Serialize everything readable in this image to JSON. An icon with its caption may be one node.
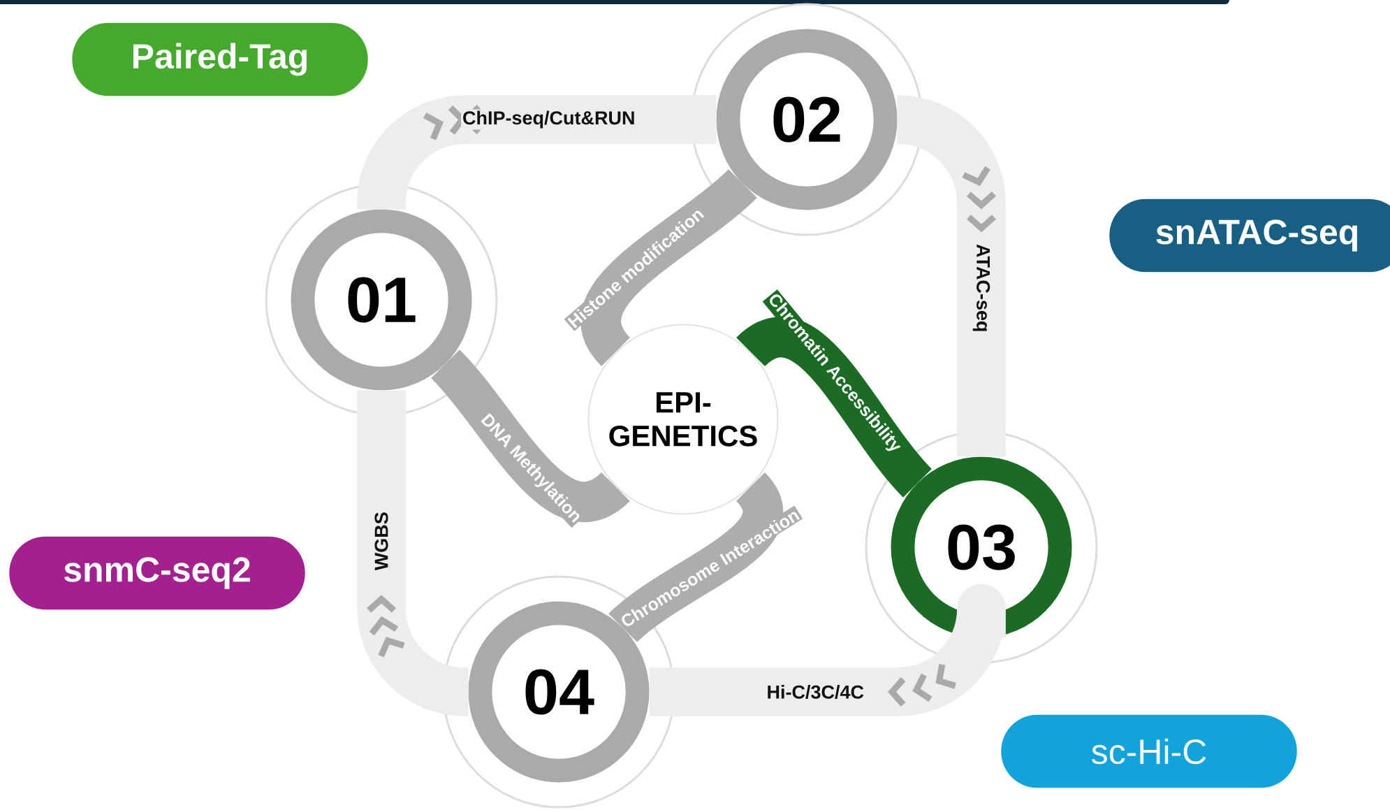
{
  "diagram": {
    "nodes": [
      {
        "text": [
          "Paired-Tag"
        ]
      },
      {
        "text": [
          "01"
        ]
      },
      {
        "text": [
          "02"
        ]
      },
      {
        "text": [
          "EPI-GENETICS"
        ]
      },
      {
        "text": [
          "snATAC-seq"
        ]
      },
      {
        "text": [
          "03"
        ]
      },
      {
        "text": [
          "snmC-seq2"
        ]
      },
      {
        "text": [
          "04"
        ]
      },
      {
        "text": [
          "sc-Hi-C"
        ]
      }
    ],
    "edges": [
      {
        "from": 3,
        "to": 1,
        "arrow": "none",
        "label": "DNA Methylation"
      },
      {
        "from": 3,
        "to": 2,
        "arrow": "none",
        "label": "Histone modification"
      },
      {
        "from": 3,
        "to": 5,
        "arrow": "none",
        "label": "Chromatin Accessibility",
        "color": "#1b6b25"
      },
      {
        "from": 3,
        "to": 7,
        "arrow": "none",
        "label": "Chromosome Interaction"
      },
      {
        "from": 1,
        "to": 2,
        "arrow": "to",
        "label": "ChIP-seq/Cut&RUN",
        "color": "#ededed"
      },
      {
        "from": 2,
        "to": 5,
        "arrow": "to",
        "label": "ATAC-seq",
        "color": "#ededed"
      },
      {
        "from": 5,
        "to": 7,
        "arrow": "to",
        "label": "Hi-C/3C/4C",
        "color": "#ededed"
      },
      {
        "from": 7,
        "to": 1,
        "arrow": "to",
        "label": "WGBS",
        "color": "#ededed"
      }
    ]
  }
}
